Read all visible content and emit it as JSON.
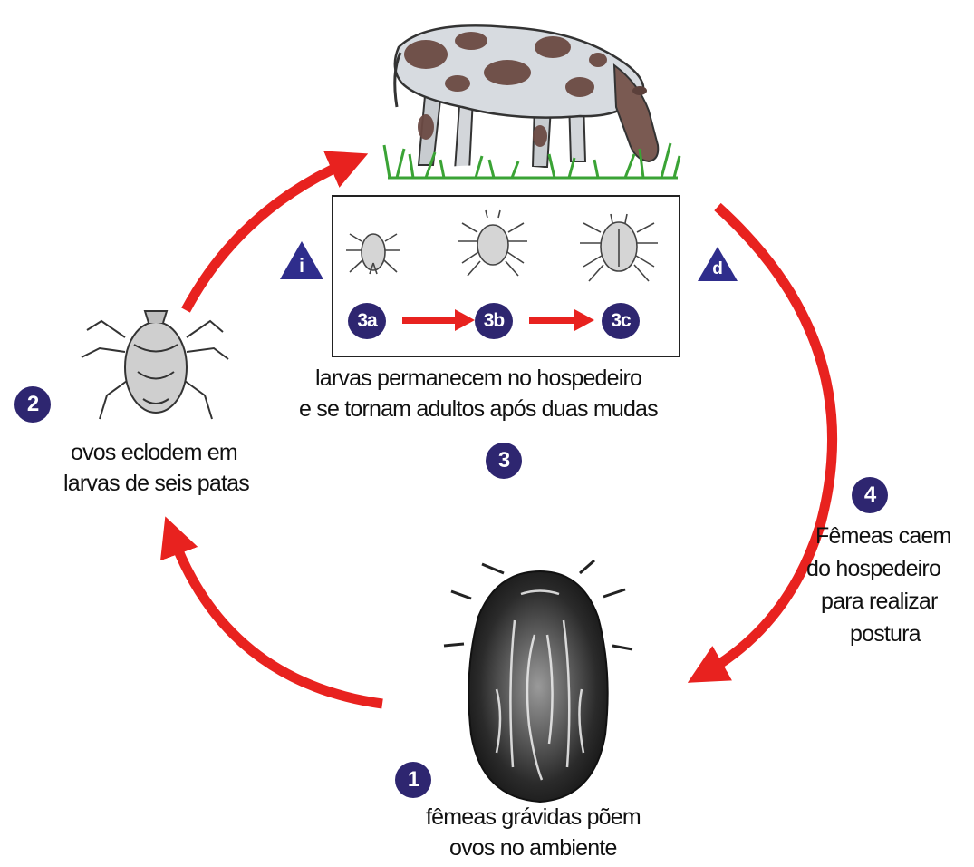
{
  "host": {
    "icon": "cow-icon"
  },
  "stages_box": {
    "ticks": [
      {
        "badge": "3a",
        "icon": "tick-larva-icon"
      },
      {
        "badge": "3b",
        "icon": "tick-nymph-icon"
      },
      {
        "badge": "3c",
        "icon": "tick-adult-icon"
      }
    ]
  },
  "markers": {
    "left": "i",
    "right": "d"
  },
  "steps": {
    "s1": {
      "badge": "1",
      "line1": "fêmeas grávidas põem",
      "line2": "ovos no ambiente"
    },
    "s2": {
      "badge": "2",
      "line1": "ovos eclodem em",
      "line2": "larvas de seis patas"
    },
    "s3": {
      "badge": "3",
      "line1": "larvas permanecem no hospedeiro",
      "line2": "e se tornam adultos após duas mudas"
    },
    "s4": {
      "badge": "4",
      "line1": "Fêmeas caem",
      "line2": "do hospedeiro",
      "line3": "para realizar",
      "line4": "postura"
    }
  },
  "colors": {
    "arrow": "#e8221f",
    "badge": "#2e2670",
    "triangle": "#2f2d8c",
    "grass": "#3aa335",
    "cow_patch": "#6b4a43"
  }
}
